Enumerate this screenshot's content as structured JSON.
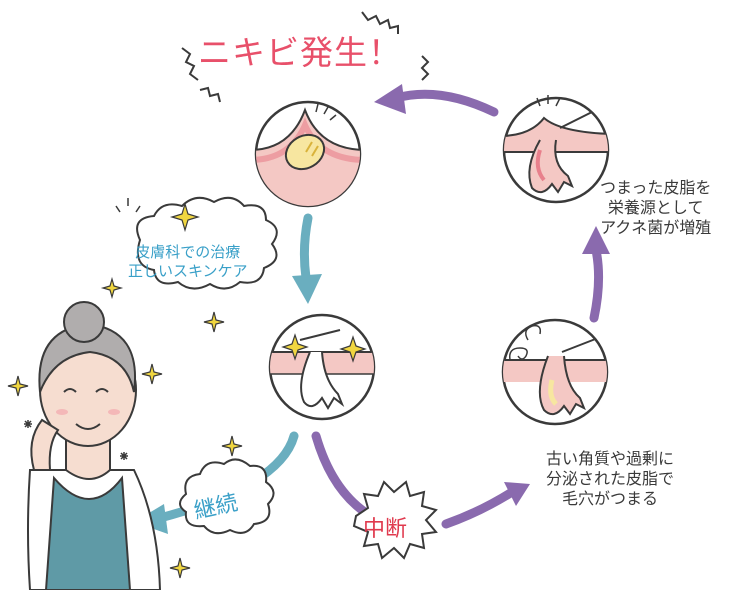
{
  "title": "ニキビ発生！",
  "cloud_label_line1": "皮膚科での治療",
  "cloud_label_line2": "正しいスキンケア",
  "continue_label": "継続",
  "interrupt_label": "中断",
  "right_top_line1": "つまった皮脂を",
  "right_top_line2": "栄養源として",
  "right_top_line3": "アクネ菌が増殖",
  "right_bottom_line1": "古い角質や過剰に",
  "right_bottom_line2": "分泌された皮脂で",
  "right_bottom_line3": "毛穴がつまる",
  "colors": {
    "title": "#e8506a",
    "blue": "#3aa0c8",
    "purple": "#8a6aae",
    "teal_arrow": "#6aaebf",
    "skin": "#f4c8c4",
    "pimple": "#f7e6a0",
    "sparkle": "#f0d640"
  }
}
